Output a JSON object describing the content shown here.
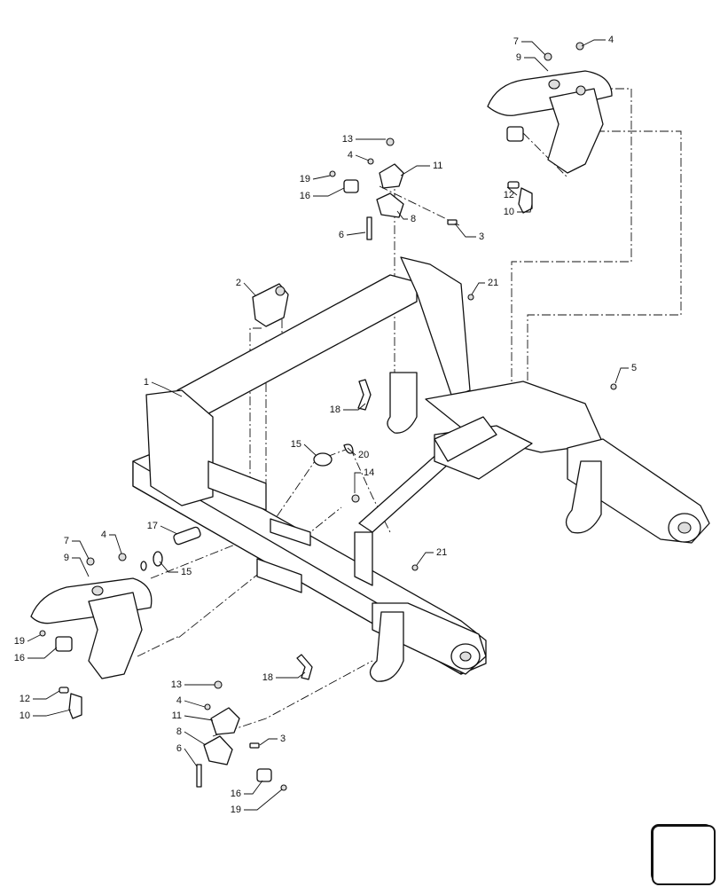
{
  "callouts": [
    {
      "id": "c-7-top",
      "label": "7"
    },
    {
      "id": "c-4-top",
      "label": "4"
    },
    {
      "id": "c-9-top",
      "label": "9"
    },
    {
      "id": "c-13-top",
      "label": "13"
    },
    {
      "id": "c-4-upper",
      "label": "4"
    },
    {
      "id": "c-11-upper",
      "label": "11"
    },
    {
      "id": "c-19-upper",
      "label": "19"
    },
    {
      "id": "c-16-upper",
      "label": "16"
    },
    {
      "id": "c-8-upper",
      "label": "8"
    },
    {
      "id": "c-6-upper",
      "label": "6"
    },
    {
      "id": "c-3-upper",
      "label": "3"
    },
    {
      "id": "c-12-top",
      "label": "12"
    },
    {
      "id": "c-10-top",
      "label": "10"
    },
    {
      "id": "c-2",
      "label": "2"
    },
    {
      "id": "c-21-upper",
      "label": "21"
    },
    {
      "id": "c-1",
      "label": "1"
    },
    {
      "id": "c-5",
      "label": "5"
    },
    {
      "id": "c-18-upper",
      "label": "18"
    },
    {
      "id": "c-15-upper",
      "label": "15"
    },
    {
      "id": "c-20",
      "label": "20"
    },
    {
      "id": "c-14",
      "label": "14"
    },
    {
      "id": "c-17",
      "label": "17"
    },
    {
      "id": "c-7-lower",
      "label": "7"
    },
    {
      "id": "c-4-lower",
      "label": "4"
    },
    {
      "id": "c-9-lower",
      "label": "9"
    },
    {
      "id": "c-15-lower",
      "label": "15"
    },
    {
      "id": "c-21-lower",
      "label": "21"
    },
    {
      "id": "c-19-lower",
      "label": "19"
    },
    {
      "id": "c-16-lower",
      "label": "16"
    },
    {
      "id": "c-18-lower",
      "label": "18"
    },
    {
      "id": "c-12-lower",
      "label": "12"
    },
    {
      "id": "c-10-lower",
      "label": "10"
    },
    {
      "id": "c-13-lower",
      "label": "13"
    },
    {
      "id": "c-4-bottom",
      "label": "4"
    },
    {
      "id": "c-11-lower",
      "label": "11"
    },
    {
      "id": "c-8-lower",
      "label": "8"
    },
    {
      "id": "c-3-lower",
      "label": "3"
    },
    {
      "id": "c-6-lower",
      "label": "6"
    },
    {
      "id": "c-16-bottom",
      "label": "16"
    },
    {
      "id": "c-19-bottom",
      "label": "19"
    }
  ],
  "nav_icon": "previous-page-arrow-icon"
}
